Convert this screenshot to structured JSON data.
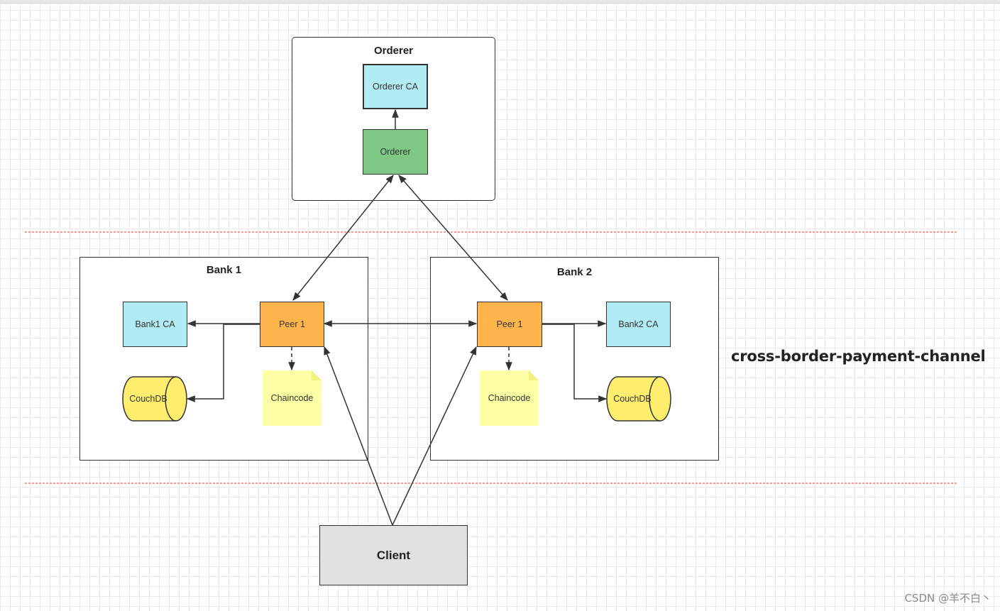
{
  "groups": {
    "orderer": "Orderer",
    "bank1": "Bank 1",
    "bank2": "Bank 2"
  },
  "nodes": {
    "orderer_ca": "Orderer CA",
    "orderer": "Orderer",
    "bank1_ca": "Bank1 CA",
    "bank1_peer": "Peer 1",
    "bank1_couchdb": "CouchDB",
    "bank1_chaincode": "Chaincode",
    "bank2_peer": "Peer 1",
    "bank2_ca": "Bank2 CA",
    "bank2_chaincode": "Chaincode",
    "bank2_couchdb": "CouchDB",
    "client": "Client"
  },
  "channel_label": "cross-border-payment-channel",
  "watermark": "CSDN @羊不白丶",
  "colors": {
    "ca": "#b1ebf3",
    "orderer": "#7ec885",
    "peer": "#ffb54c",
    "couchdb": "#ffee6e",
    "chaincode": "#ffffa6",
    "client": "#e0e0e0",
    "divider": "#e8362b"
  }
}
